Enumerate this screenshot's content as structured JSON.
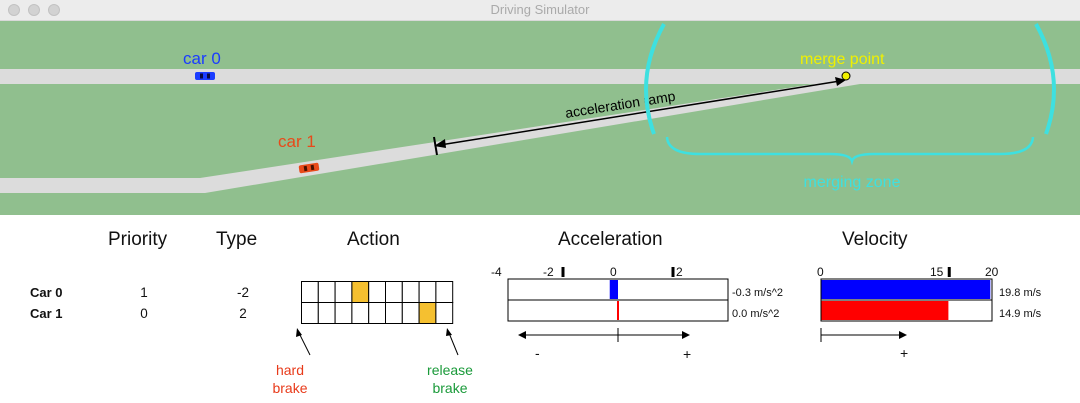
{
  "window": {
    "title": "Driving Simulator"
  },
  "scene": {
    "car0_label": "car 0",
    "car1_label": "car 1",
    "ramp_label": "acceleration ramp",
    "merge_label": "merge point",
    "zone_label": "merging zone",
    "colors": {
      "grass": "#90bf8e",
      "road": "#dcdcdc",
      "car0": "#1a3cff",
      "car1": "#e84a1a",
      "merge": "#f0f000",
      "zone": "#3ee0e0"
    }
  },
  "headers": {
    "priority": "Priority",
    "type": "Type",
    "action": "Action",
    "acceleration": "Acceleration",
    "velocity": "Velocity"
  },
  "cars": [
    {
      "label": "Car 0",
      "priority": "1",
      "type": "-2",
      "action_index": 3,
      "acceleration": -0.3,
      "acc_text": "-0.3  m/s^2",
      "velocity": 19.8,
      "vel_text": "19.8 m/s",
      "color": "#0000ff"
    },
    {
      "label": "Car 1",
      "priority": "0",
      "type": "2",
      "action_index": 7,
      "acceleration": 0.0,
      "acc_text": "0.0   m/s^2",
      "velocity": 14.9,
      "vel_text": "14.9 m/s",
      "color": "#ff0000"
    }
  ],
  "action": {
    "cells": 9,
    "selected_color": "#f5c030"
  },
  "acc_axis": {
    "range": [
      -4,
      4
    ],
    "labels": [
      "-4",
      "-2",
      "0",
      "2"
    ],
    "marker_values": [
      -2,
      2
    ],
    "minus": "-",
    "plus": "+"
  },
  "vel_axis": {
    "range": [
      0,
      20
    ],
    "labels": [
      "0",
      "15",
      "20"
    ],
    "marker_value": 15,
    "plus": "+"
  },
  "annotations": {
    "hard_brake": [
      "hard",
      "brake"
    ],
    "release_brake": [
      "release",
      "brake"
    ],
    "hard_color": "#e83a1a",
    "release_color": "#1a9a3a"
  }
}
